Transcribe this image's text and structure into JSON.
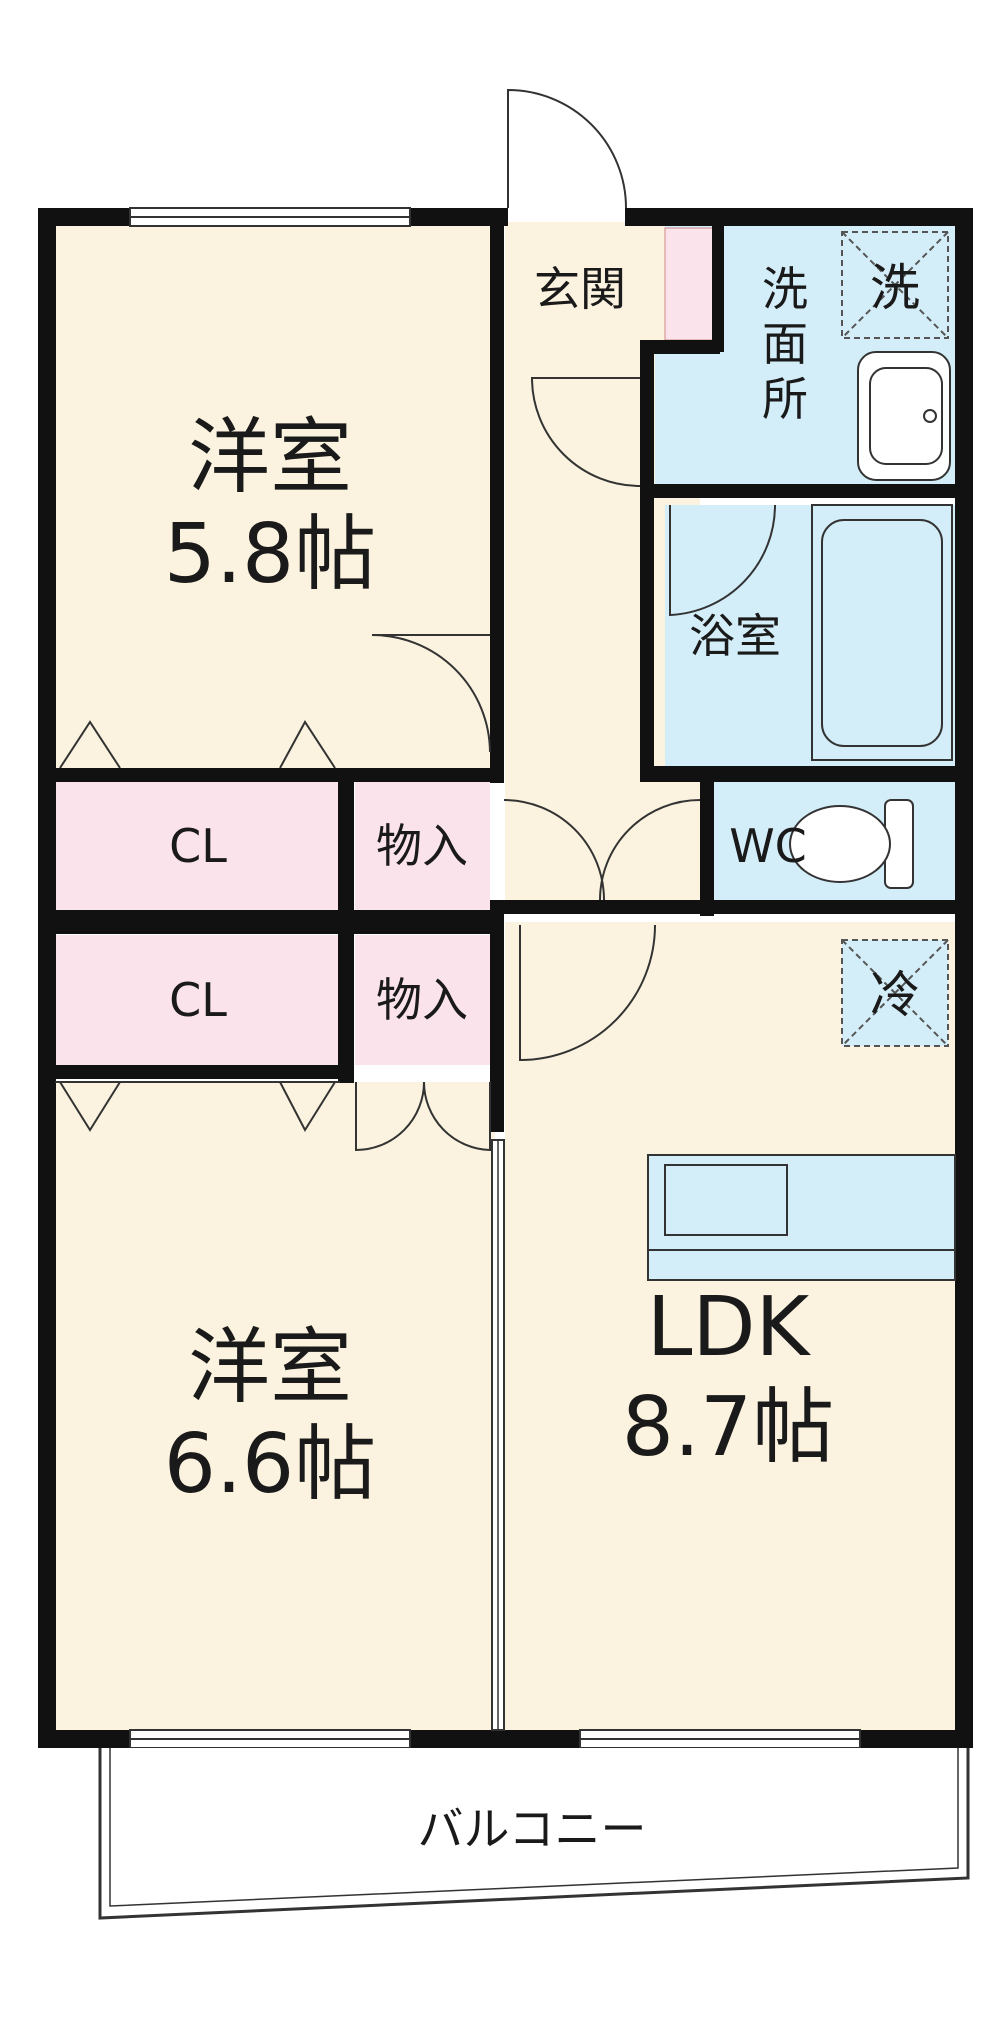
{
  "rooms": {
    "western_room_1": {
      "name": "洋室",
      "size": "5.8帖"
    },
    "western_room_2": {
      "name": "洋室",
      "size": "6.6帖"
    },
    "ldk": {
      "name": "LDK",
      "size": "8.7帖"
    },
    "entrance": {
      "name": "玄関"
    },
    "washroom": {
      "name": "洗面所"
    },
    "washer": {
      "name": "洗"
    },
    "bathroom": {
      "name": "浴室"
    },
    "toilet": {
      "name": "WC"
    },
    "closet_1": {
      "name": "CL"
    },
    "closet_2": {
      "name": "CL"
    },
    "storage_1": {
      "name": "物入"
    },
    "storage_2": {
      "name": "物入"
    },
    "fridge": {
      "name": "冷"
    },
    "balcony": {
      "name": "バルコニー"
    }
  },
  "colors": {
    "room_floor": "#fbf3df",
    "closet": "#fbe3ec",
    "wet_area": "#d3eef8",
    "wall": "#111111"
  }
}
